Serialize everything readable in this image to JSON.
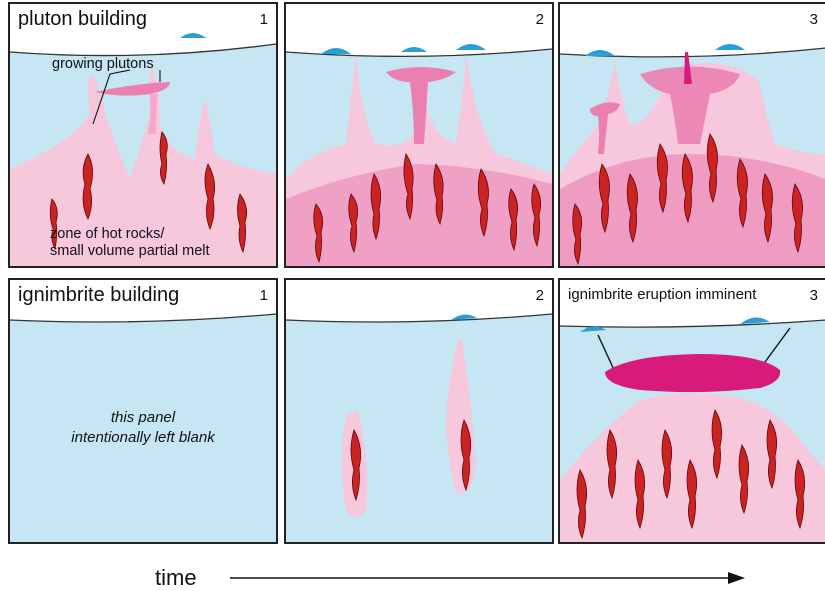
{
  "panels": {
    "p1": {
      "title": "pluton building",
      "number": "1",
      "label_growing": "growing plutons",
      "label_zone_line1": "zone of hot rocks/",
      "label_zone_line2": "small volume partial melt"
    },
    "p2": {
      "number": "2"
    },
    "p3": {
      "number": "3"
    },
    "p4": {
      "title": "ignimbrite building",
      "number": "1",
      "blank_line1": "this panel",
      "blank_line2": "intentionally left blank"
    },
    "p5": {
      "number": "2"
    },
    "p6": {
      "title": "ignimbrite eruption imminent",
      "number": "3"
    }
  },
  "time_label": "time",
  "colors": {
    "crust": "#c6e6f3",
    "sky": "#ffffff",
    "volcano": "#2a9fd6",
    "melt_light": "#f7c7dc",
    "melt_mid": "#eb7fb0",
    "melt_dark": "#d81b7a",
    "dike_red": "#cc2222",
    "dike_dark": "#7a1010"
  }
}
